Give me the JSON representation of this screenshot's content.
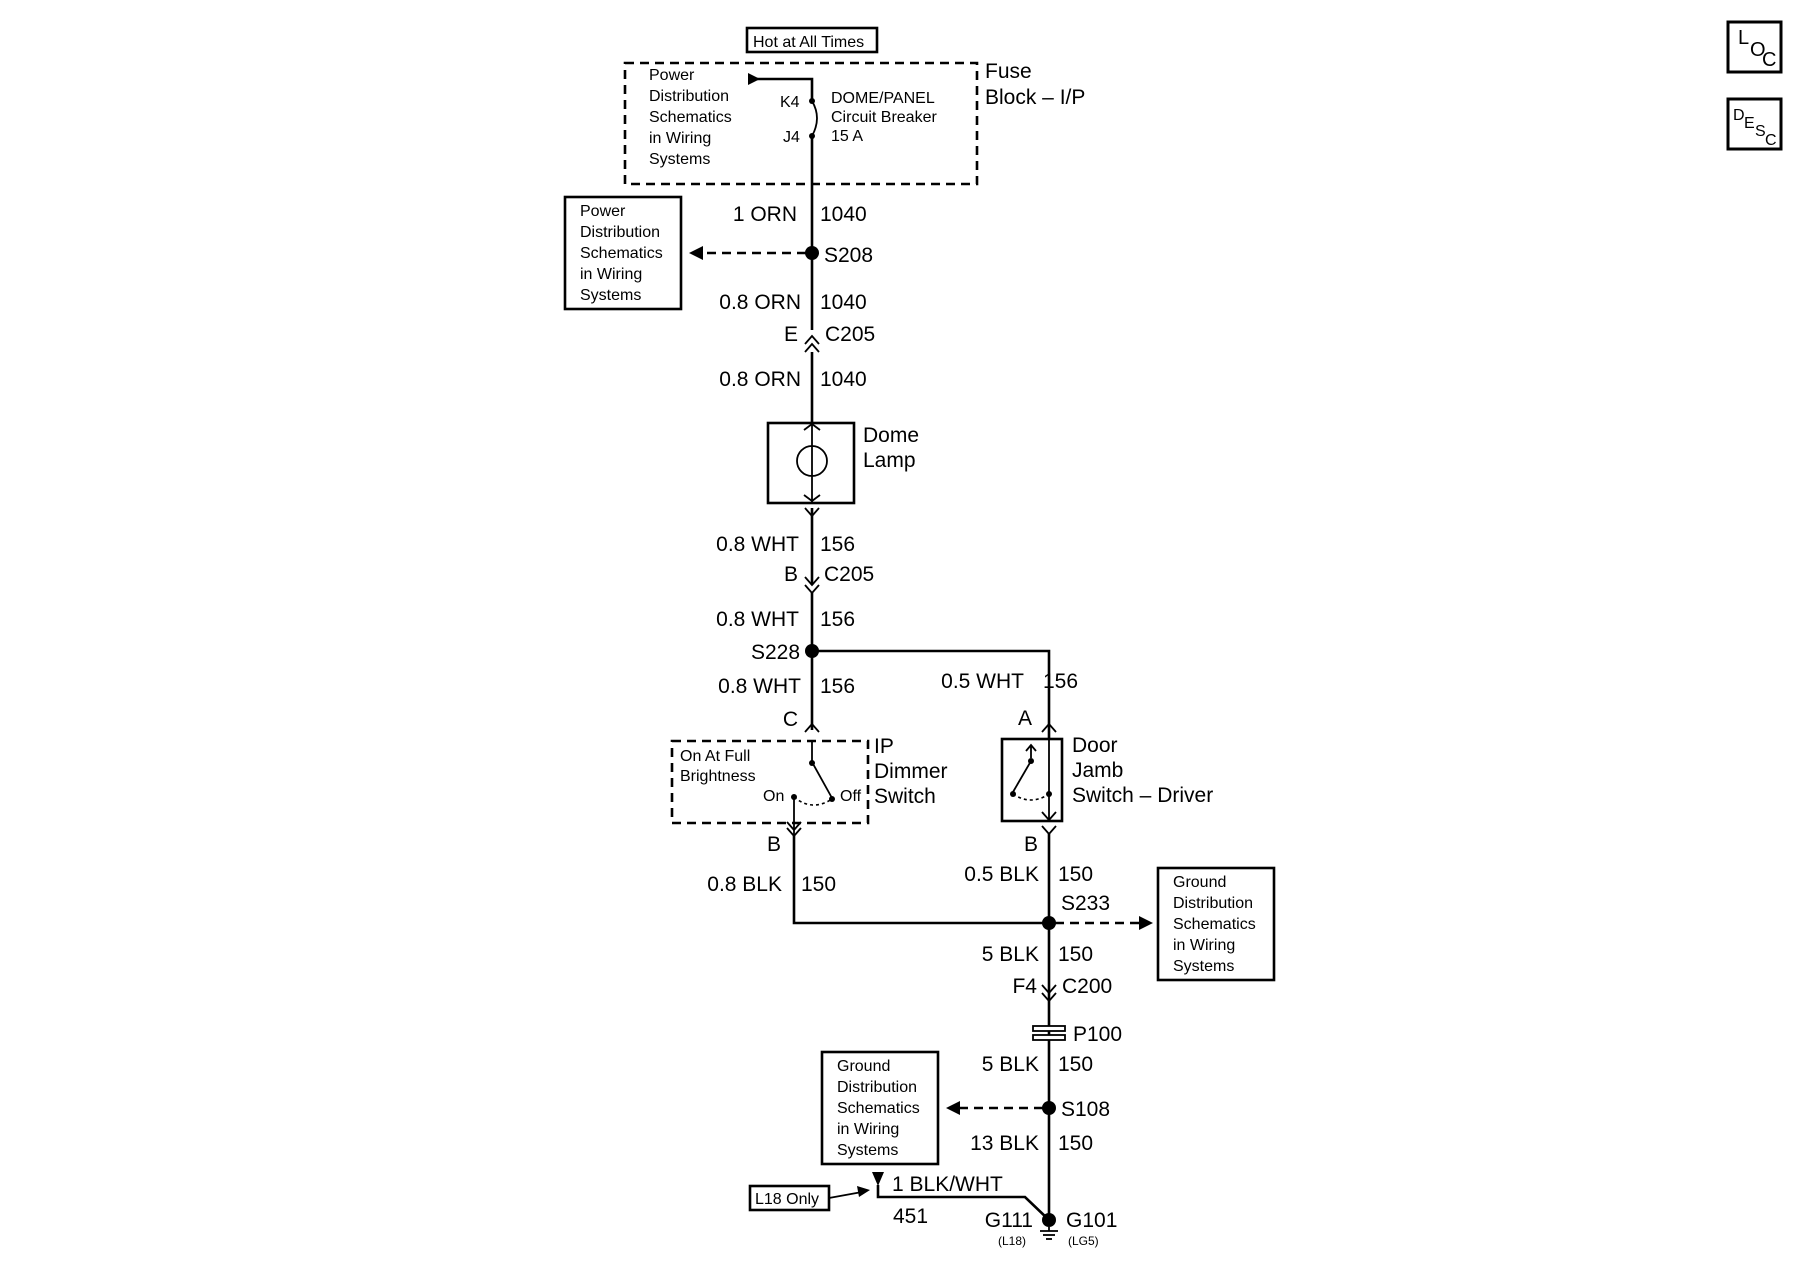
{
  "icons": {
    "loc": {
      "big": "L",
      "sub": "O",
      "sub2": "C"
    },
    "desc": {
      "big": "D",
      "sub": "E",
      "sub2": "S",
      "sub3": "C"
    }
  },
  "header": {
    "hot_label": "Hot at All Times"
  },
  "fuse_block": {
    "title_line1": "Fuse",
    "title_line2": "Block – I/P",
    "ref_lines": [
      "Power",
      "Distribution",
      "Schematics",
      "in Wiring",
      "Systems"
    ],
    "pin_top": "K4",
    "pin_bottom": "J4",
    "breaker_lines": [
      "DOME/PANEL",
      "Circuit Breaker",
      "15 A"
    ]
  },
  "wires": {
    "w1": {
      "gauge": "1 ORN",
      "circuit": "1040"
    },
    "w2": {
      "gauge": "0.8 ORN",
      "circuit": "1040"
    },
    "w3": {
      "gauge": "0.8 ORN",
      "circuit": "1040"
    },
    "w4": {
      "gauge": "0.8 WHT",
      "circuit": "156"
    },
    "w5": {
      "gauge": "0.8 WHT",
      "circuit": "156"
    },
    "w6": {
      "gauge": "0.8 WHT",
      "circuit": "156"
    },
    "w7": {
      "gauge": "0.5 WHT",
      "circuit": "156"
    },
    "w8": {
      "gauge": "0.8 BLK",
      "circuit": "150"
    },
    "w9": {
      "gauge": "0.5 BLK",
      "circuit": "150"
    },
    "w10": {
      "gauge": "5 BLK",
      "circuit": "150"
    },
    "w11": {
      "gauge": "5 BLK",
      "circuit": "150"
    },
    "w12": {
      "gauge": "13 BLK",
      "circuit": "150"
    },
    "w13": {
      "gauge": "1 BLK/WHT",
      "circuit": "451"
    }
  },
  "splices": {
    "s208": "S208",
    "s228": "S228",
    "s233": "S233",
    "s108": "S108"
  },
  "connectors": {
    "c205_e": {
      "pin": "E",
      "name": "C205"
    },
    "c205_b": {
      "pin": "B",
      "name": "C205"
    },
    "c200": {
      "pin": "F4",
      "name": "C200"
    },
    "p100": "P100"
  },
  "refs": {
    "power_dist": [
      "Power",
      "Distribution",
      "Schematics",
      "in Wiring",
      "Systems"
    ],
    "ground_right": [
      "Ground",
      "Distribution",
      "Schematics",
      "in Wiring",
      "Systems"
    ],
    "ground_left": [
      "Ground",
      "Distribution",
      "Schematics",
      "in Wiring",
      "Systems"
    ]
  },
  "components": {
    "dome_lamp": [
      "Dome",
      "Lamp"
    ],
    "ip_dimmer": {
      "name": [
        "IP",
        "Dimmer",
        "Switch"
      ],
      "note": [
        "On At Full",
        "Brightness"
      ],
      "pin_in": "C",
      "pin_out": "B",
      "pos_on": "On",
      "pos_off": "Off"
    },
    "door_jamb": {
      "name": [
        "Door",
        "Jamb",
        "Switch – Driver"
      ],
      "pin_in": "A",
      "pin_out": "B"
    }
  },
  "grounds": {
    "g111": "G111",
    "g111_option": "(L18)",
    "g101": "G101",
    "g101_option": "(LG5)",
    "l18_label": "L18 Only"
  }
}
